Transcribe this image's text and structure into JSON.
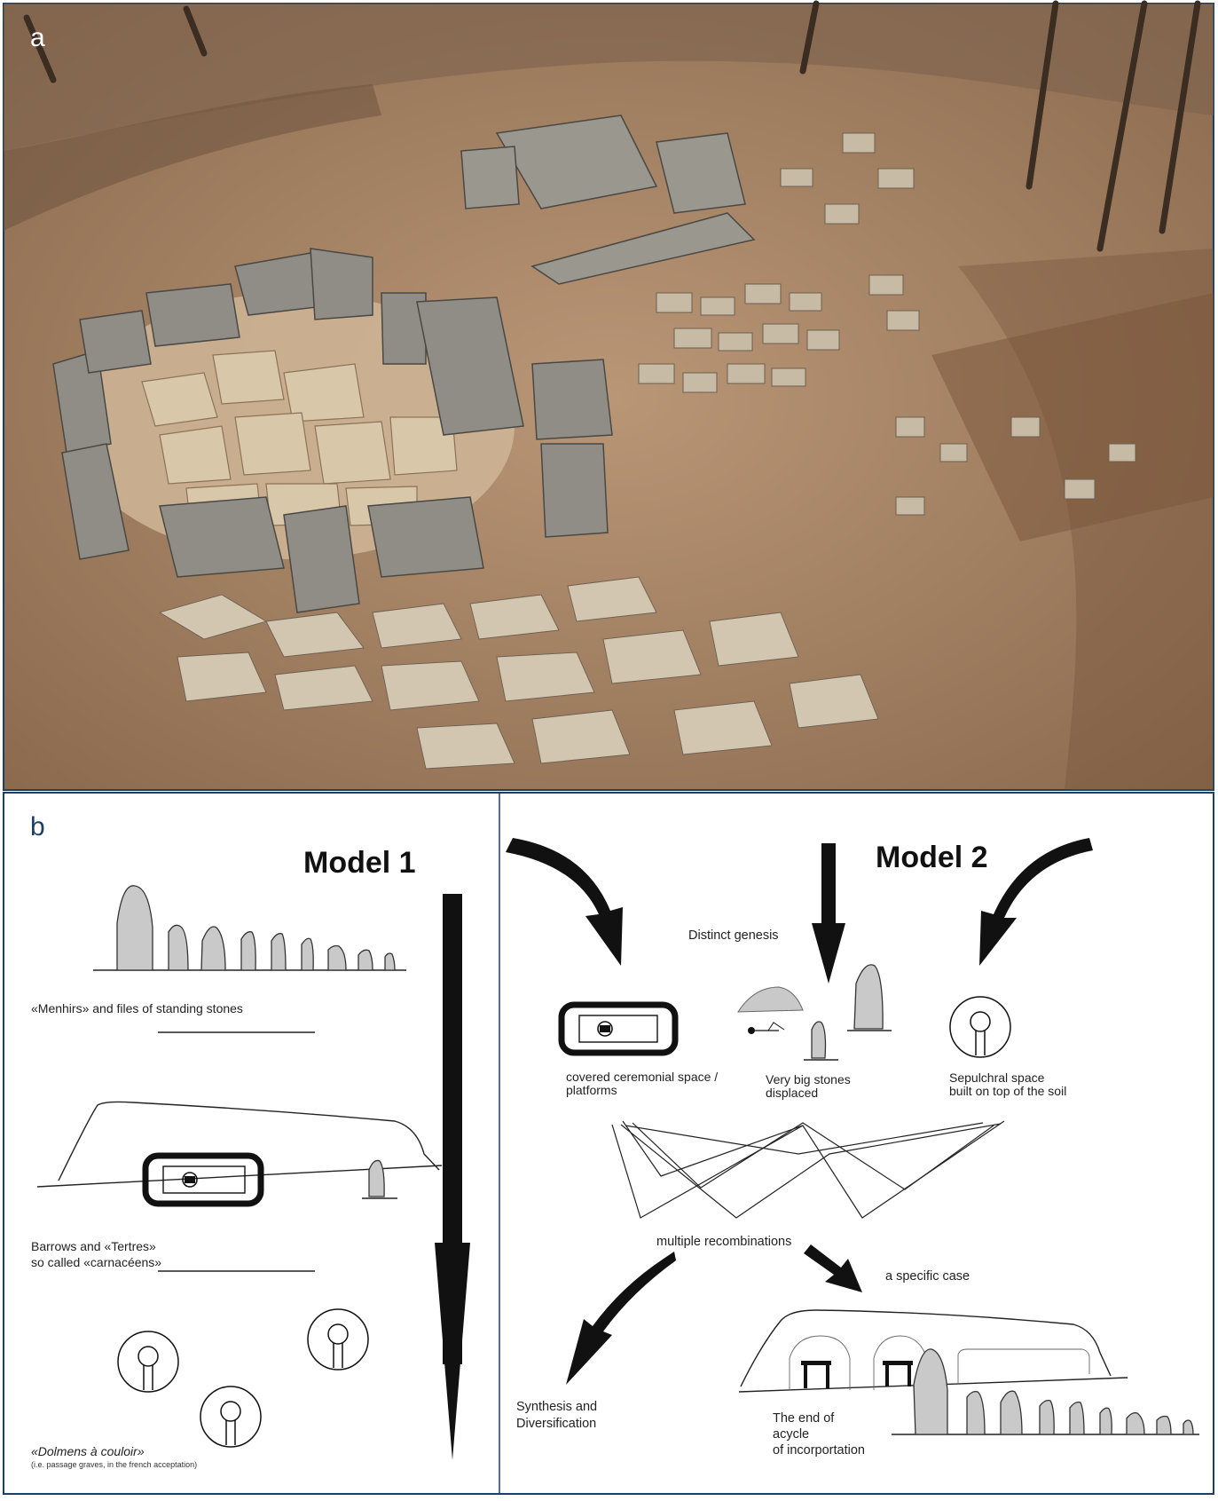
{
  "photo": {
    "label": "a"
  },
  "panel_b": {
    "label": "b"
  },
  "model1": {
    "title": "Model 1",
    "menhirs_caption": "«Menhirs» and files of standing stones",
    "barrows_caption_line1": "Barrows and «Tertres»",
    "barrows_caption_line2": "so called «carnacéens»",
    "dolmens_caption": "«Dolmens à couloir»",
    "dolmens_note": "(i.e. passage graves, in the french acceptation)"
  },
  "model2": {
    "title": "Model 2",
    "distinct_genesis": "Distinct genesis",
    "covered_line1": "covered ceremonial space /",
    "covered_line2": "platforms",
    "stones_line1": "Very big stones",
    "stones_line2": "displaced",
    "sepulchral_line1": "Sepulchral space",
    "sepulchral_line2": "built on top of the soil",
    "recombinations": "multiple recombinations",
    "specific_case": "a specific case",
    "synthesis_line1": "Synthesis and",
    "synthesis_line2": "Diversification",
    "end_line1": "The end of",
    "end_line2": "acycle",
    "end_line3": "of incorportation"
  },
  "colors": {
    "panel_border": "#1c3f66",
    "stone_fill": "#c9c9c9",
    "soil": "#a88462"
  }
}
